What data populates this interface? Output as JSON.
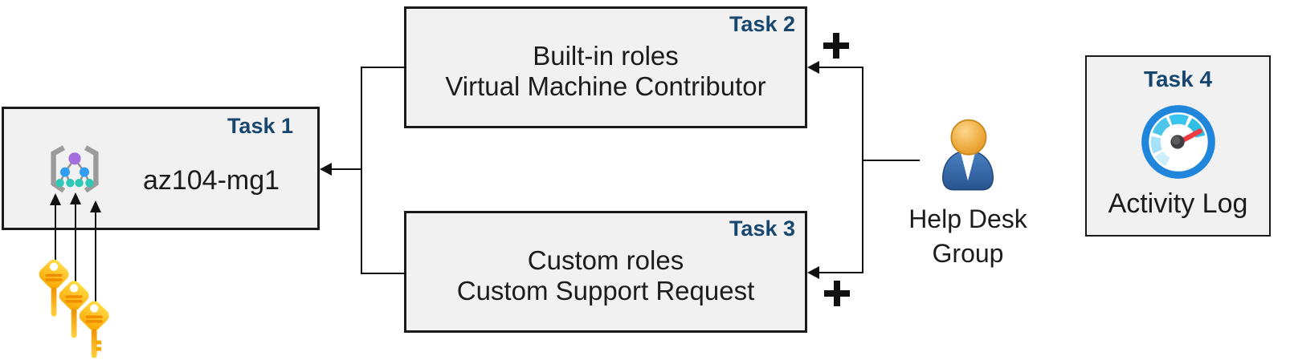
{
  "boxes": {
    "task1": {
      "label": "Task 1",
      "title": "az104-mg1"
    },
    "task2": {
      "label": "Task 2",
      "lines": [
        "Built-in roles",
        "Virtual Machine Contributor"
      ]
    },
    "task3": {
      "label": "Task 3",
      "lines": [
        "Custom roles",
        "Custom Support Request"
      ]
    },
    "task4": {
      "label": "Task 4",
      "caption": "Activity Log"
    }
  },
  "actor": {
    "name_line1": "Help Desk",
    "name_line2": "Group"
  },
  "icons": {
    "management_group": "management-group-icon",
    "keys": "keys-icon",
    "person": "person-icon",
    "gauge": "activity-log-gauge-icon",
    "plus": "plus-icon"
  },
  "colors": {
    "task_label": "#17476E",
    "box_fill": "#F1F1F2",
    "box_border": "#1A1A1A",
    "line": "#111111",
    "gauge_ring": "#1F86DC",
    "needle_red": "#EE3B43",
    "key_yellow": "#FFD21E",
    "key_orange": "#F08C00",
    "person_blue": "#3A71AD",
    "person_skin": "#E8A33D",
    "node_purple": "#A46EDE",
    "node_blue": "#2E9DF3",
    "node_teal": "#2FC7B6",
    "bracket_gray": "#9B9B9B"
  }
}
